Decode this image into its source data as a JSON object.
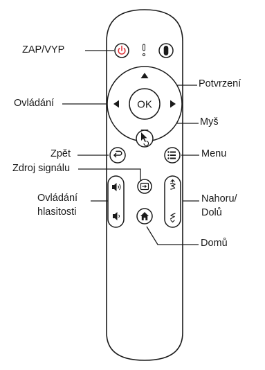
{
  "labels": {
    "power": "ZAP/VYP",
    "controls": "Ovládání",
    "confirm": "Potvrzení",
    "ok": "OK",
    "mouse": "Myš",
    "back": "Zpět",
    "menu": "Menu",
    "source": "Zdroj signálu",
    "volume_line1": "Ovládání",
    "volume_line2": "hlasitosti",
    "updown_line1": "Nahoru/",
    "updown_line2": "Dolů",
    "home": "Domů"
  },
  "colors": {
    "outline": "#1a1a1a",
    "power_icon": "#e0363c",
    "background": "#ffffff"
  },
  "icons": [
    "power-icon",
    "indicator-led-icon",
    "microphone-icon",
    "arrow-up-icon",
    "arrow-down-icon",
    "arrow-left-icon",
    "arrow-right-icon",
    "cursor-icon",
    "back-icon",
    "menu-list-icon",
    "source-icon",
    "volume-up-icon",
    "volume-down-icon",
    "page-up-icon",
    "page-down-icon",
    "home-icon"
  ]
}
